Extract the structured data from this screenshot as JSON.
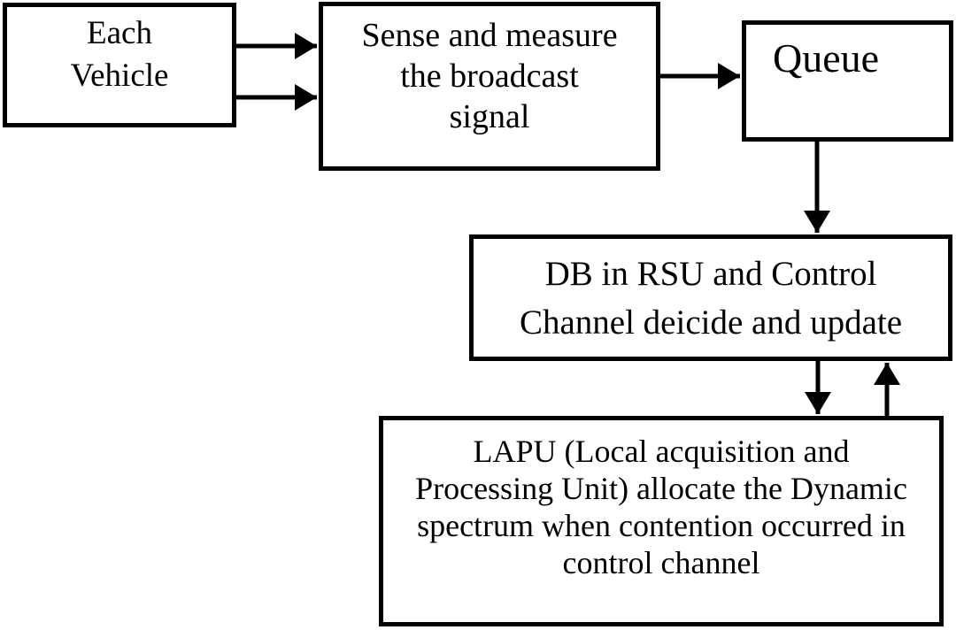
{
  "diagram": {
    "type": "flowchart",
    "colors": {
      "background": "#ffffff",
      "box_fill": "#ffffff",
      "line": "#000000",
      "text": "#000000"
    },
    "nodes": {
      "each_vehicle": {
        "label": "Each\nVehicle"
      },
      "sense": {
        "label": "Sense and measure\nthe broadcast\nsignal"
      },
      "queue": {
        "label": "Queue"
      },
      "db_rsu": {
        "label": "DB in RSU and Control\nChannel deicide and update"
      },
      "lapu": {
        "label": "LAPU (Local acquisition and\nProcessing Unit) allocate the Dynamic\nspectrum when contention occurred in\ncontrol channel"
      }
    },
    "edges": [
      {
        "from": "each_vehicle",
        "to": "sense",
        "note": "upper arrow"
      },
      {
        "from": "each_vehicle",
        "to": "sense",
        "note": "lower arrow"
      },
      {
        "from": "sense",
        "to": "queue",
        "note": ""
      },
      {
        "from": "queue",
        "to": "db_rsu",
        "note": ""
      },
      {
        "from": "db_rsu",
        "to": "lapu",
        "note": ""
      },
      {
        "from": "lapu",
        "to": "db_rsu",
        "note": "feedback arrow"
      }
    ]
  }
}
